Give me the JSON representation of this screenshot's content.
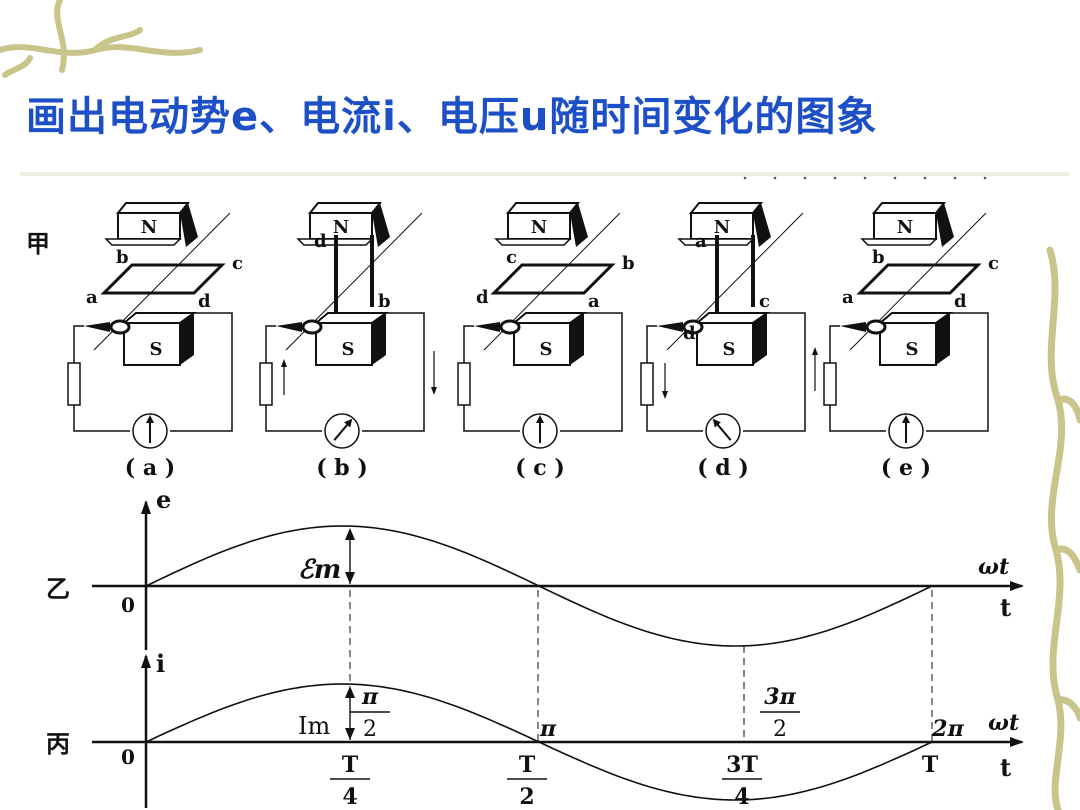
{
  "title": "画出电动势e、电流i、电压u随时间变化的图象",
  "labels": {
    "jia": "甲",
    "yi": "乙",
    "bing": "丙"
  },
  "panels": [
    {
      "caption": "( a )",
      "tl": "b",
      "tr": "c",
      "bl": "a",
      "br": "d"
    },
    {
      "caption": "( b )",
      "tl": "d",
      "tr": "",
      "bl": "",
      "br": "b"
    },
    {
      "caption": "( c )",
      "tl": "c",
      "tr": "b",
      "bl": "d",
      "br": "a"
    },
    {
      "caption": "( d )",
      "tl": "a",
      "tr": "",
      "bl": "d",
      "br": "c"
    },
    {
      "caption": "( e )",
      "tl": "b",
      "tr": "c",
      "bl": "a",
      "br": "d"
    }
  ],
  "magnet": {
    "north": "N",
    "south": "S"
  },
  "graph_e": {
    "axis": "e",
    "origin": "0",
    "amplitude": "ℰm",
    "x_omega": "ωt",
    "x_t": "t"
  },
  "graph_i": {
    "axis": "i",
    "origin": "0",
    "amplitude": "Im",
    "x_omega": "ωt",
    "x_t": "t",
    "angle_ticks": [
      {
        "num": "π",
        "den": "2"
      },
      {
        "num": "π",
        "den": ""
      },
      {
        "num": "3π",
        "den": "2"
      },
      {
        "num": "2π",
        "den": ""
      }
    ],
    "time_ticks": [
      {
        "num": "T",
        "den": "4"
      },
      {
        "num": "T",
        "den": "2"
      },
      {
        "num": "3T",
        "den": "4"
      },
      {
        "num": "T",
        "den": ""
      }
    ]
  },
  "colors": {
    "title": "#1d4fc7",
    "ink": "#111111",
    "vine": "#c9c48a"
  }
}
